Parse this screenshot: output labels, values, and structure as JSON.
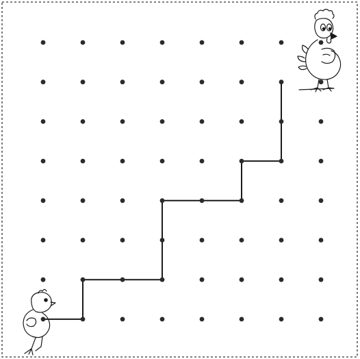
{
  "puzzle": {
    "grid": {
      "rows": 8,
      "cols": 8
    },
    "path": [
      [
        0,
        7
      ],
      [
        1,
        7
      ],
      [
        1,
        6
      ],
      [
        2,
        6
      ],
      [
        3,
        6
      ],
      [
        3,
        5
      ],
      [
        3,
        4
      ],
      [
        4,
        4
      ],
      [
        5,
        4
      ],
      [
        5,
        3
      ],
      [
        6,
        3
      ],
      [
        6,
        2
      ],
      [
        6,
        1
      ]
    ],
    "characters": [
      {
        "name": "hen",
        "icon": "hen-icon"
      },
      {
        "name": "chick",
        "icon": "chick-icon"
      }
    ]
  },
  "colors": {
    "ink": "#1a1a1a",
    "dot": "#2b2b2b",
    "border": "#333333",
    "background": "#ffffff"
  }
}
